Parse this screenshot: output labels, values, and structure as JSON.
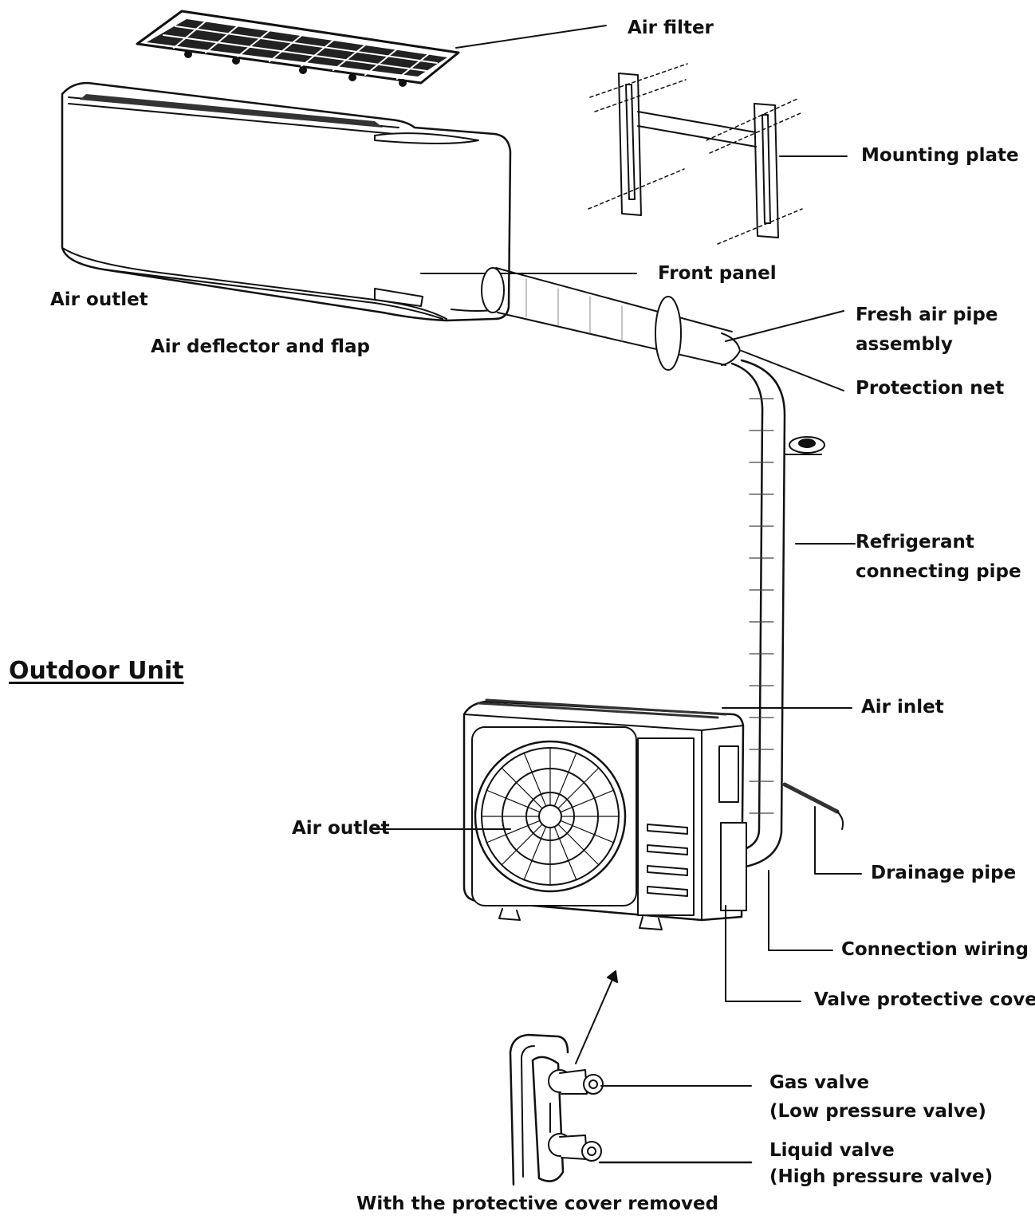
{
  "labels": {
    "air_filter": "Air filter",
    "mounting_plate": "Mounting plate",
    "front_panel": "Front panel",
    "air_outlet_indoor": "Air outlet",
    "air_deflector": "Air deflector and flap",
    "fresh_air_pipe_1": "Fresh air pipe",
    "fresh_air_pipe_2": "assembly",
    "protection_net": "Protection net",
    "refrigerant_pipe_1": "Refrigerant",
    "refrigerant_pipe_2": "connecting pipe",
    "outdoor_heading": "Outdoor Unit",
    "air_inlet": "Air inlet",
    "air_outlet_outdoor": "Air outlet",
    "drainage_pipe": "Drainage pipe",
    "connection_wiring": "Connection wiring",
    "valve_cover": "Valve protective cover",
    "gas_valve_1": "Gas valve",
    "gas_valve_2": "(Low pressure valve)",
    "liquid_valve_1": "Liquid valve",
    "liquid_valve_2": "(High pressure valve)",
    "caption": "With the protective cover removed"
  },
  "colors": {
    "ink": "#111111",
    "background": "#ffffff"
  }
}
